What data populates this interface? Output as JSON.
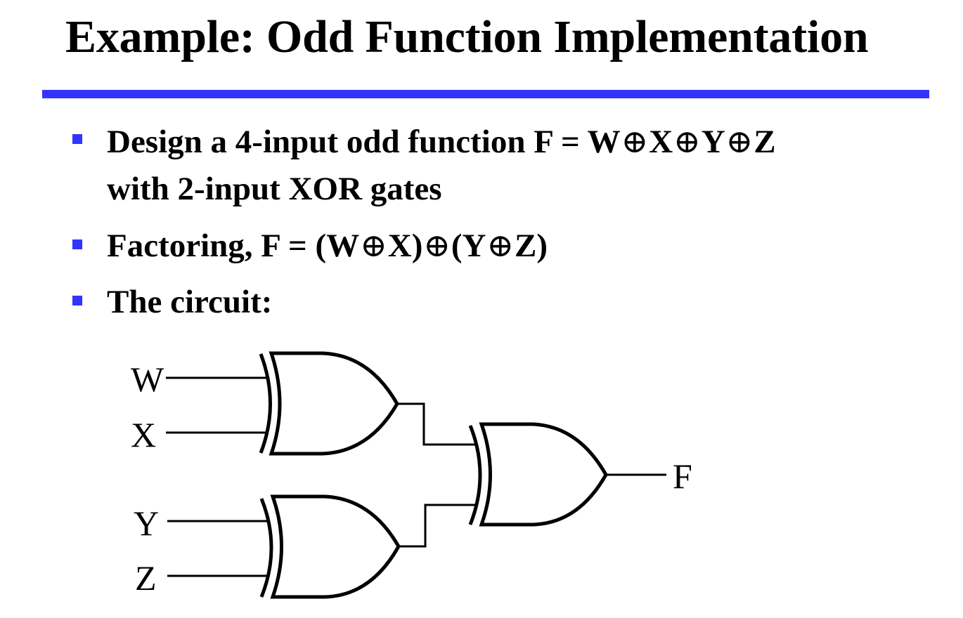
{
  "slide": {
    "title": "Example: Odd Function Implementation",
    "accent_color": "#3333ff",
    "bullets": [
      {
        "line1_text": "Design a 4-input odd function  F = ",
        "expr": [
          "W",
          "X",
          "Y",
          "Z"
        ],
        "line2_text": "with 2-input XOR gates"
      },
      {
        "prefix": "Factoring,  F = (",
        "tokens": [
          "W",
          "X",
          ")",
          "(Y",
          "Z)"
        ]
      },
      {
        "text": "The circuit:"
      }
    ],
    "xor_symbol": "⊕"
  },
  "circuit": {
    "inputs": [
      "W",
      "X",
      "Y",
      "Z"
    ],
    "output": "F",
    "gates": [
      {
        "type": "XOR",
        "inputs": [
          "W",
          "X"
        ]
      },
      {
        "type": "XOR",
        "inputs": [
          "Y",
          "Z"
        ]
      },
      {
        "type": "XOR",
        "inputs": [
          "W⊕X",
          "Y⊕Z"
        ],
        "output": "F"
      }
    ]
  }
}
